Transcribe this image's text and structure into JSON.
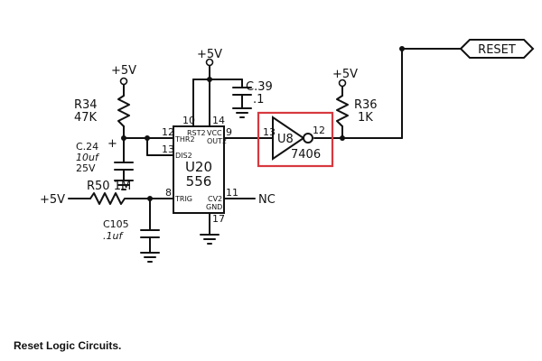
{
  "caption": "Reset Logic Circuits.",
  "highlight_color": "#d6393f",
  "labels": {
    "vcc_top": "+5V",
    "vcc_left": "+5V",
    "vcc_r36": "+5V",
    "vcc_input": "+5V",
    "r34_name": "R34",
    "r34_value": "47K",
    "c24_name": "C.24",
    "c24_value": "10uf",
    "c24_voltage": "25V",
    "r50": "R50 1M",
    "c105_name": "C105",
    "c105_value": ".1uf",
    "c39_name": "C.39",
    "c39_value": ".1",
    "r36_name": "R36",
    "r36_value": "1K",
    "u20_name": "U20",
    "u20_part": "556",
    "u8_name": "U8",
    "u8_part": "7406",
    "nc": "NC",
    "reset": "RESET",
    "pin_thr": "THR2",
    "pin_dis": "DIS2",
    "pin_trig": "TRIG",
    "pin_rst": "RST2",
    "pin_vcc": "VCC",
    "pin_out": "OUT2",
    "pin_cv": "CV2",
    "pin_gnd": "GND",
    "pin_12": "12",
    "pin_13": "13",
    "pin_8": "8",
    "pin_10": "10",
    "pin_14": "14",
    "pin_9": "9",
    "pin_11": "11",
    "pin_17": "17",
    "u8_in": "13",
    "u8_out": "12",
    "plus": "+"
  }
}
